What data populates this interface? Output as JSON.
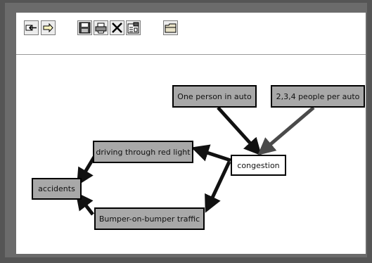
{
  "toolbar": {
    "buttons": [
      {
        "name": "back-button",
        "icon": "back-arrow-icon"
      },
      {
        "name": "forward-button",
        "icon": "forward-arrow-icon"
      },
      {
        "name": "save-button",
        "icon": "floppy-disk-icon"
      },
      {
        "name": "print-button",
        "icon": "printer-icon"
      },
      {
        "name": "delete-button",
        "icon": "x-icon"
      },
      {
        "name": "properties-button",
        "icon": "form-icon"
      },
      {
        "name": "open-button",
        "icon": "folder-icon"
      }
    ]
  },
  "diagram": {
    "nodes": [
      {
        "id": "one-person",
        "label": "One person in auto"
      },
      {
        "id": "people-per-auto",
        "label": "2,3,4 people per auto"
      },
      {
        "id": "red-light",
        "label": "driving through red light"
      },
      {
        "id": "congestion",
        "label": "congestion"
      },
      {
        "id": "accidents",
        "label": "accidents"
      },
      {
        "id": "bumper",
        "label": "Bumper-on-bumper traffic"
      }
    ],
    "edges": [
      {
        "from": "one-person",
        "to": "congestion",
        "style": "dark"
      },
      {
        "from": "people-per-auto",
        "to": "congestion",
        "style": "gray"
      },
      {
        "from": "congestion",
        "to": "red-light",
        "style": "dark"
      },
      {
        "from": "congestion",
        "to": "bumper",
        "style": "dark"
      },
      {
        "from": "red-light",
        "to": "accidents",
        "style": "dark"
      },
      {
        "from": "bumper",
        "to": "accidents",
        "style": "dark"
      }
    ]
  },
  "colors": {
    "frame": "#555555",
    "node_gray": "#a8a8a8",
    "edge_dark": "#111111",
    "edge_gray": "#4a4a4a"
  }
}
